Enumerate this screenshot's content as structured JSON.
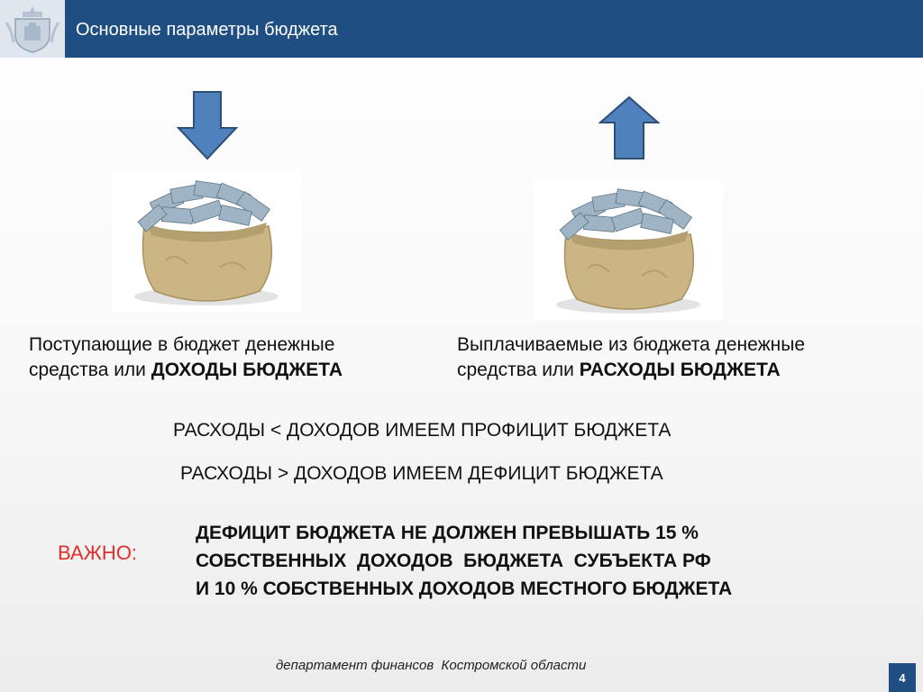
{
  "header": {
    "title": "Основные параметры бюджета"
  },
  "left": {
    "arrow": "arrow-down-icon",
    "caption_line1": "Поступающие в бюджет денежные",
    "caption_line2_prefix": "средства или ",
    "caption_line2_bold": "ДОХОДЫ БЮДЖЕТА"
  },
  "right": {
    "arrow": "arrow-up-icon",
    "caption_line1": "Выплачиваемые из бюджета денежные",
    "caption_line2_prefix": "средства или ",
    "caption_line2_bold": "РАСХОДЫ БЮДЖЕТА"
  },
  "rules": {
    "surplus": "РАСХОДЫ < ДОХОДОВ ИМЕЕМ ПРОФИЦИТ БЮДЖЕТА",
    "deficit": "РАСХОДЫ > ДОХОДОВ ИМЕЕМ ДЕФИЦИТ БЮДЖЕТА"
  },
  "important": {
    "label": "ВАЖНО:",
    "lines": [
      "ДЕФИЦИТ БЮДЖЕТА НЕ ДОЛЖЕН ПРЕВЫШАТЬ 15 %",
      "СОБСТВЕННЫХ  ДОХОДОВ  БЮДЖЕТА  СУБЪЕКТА РФ",
      "И 10 % СОБСТВЕННЫХ ДОХОДОВ МЕСТНОГО БЮДЖЕТА"
    ]
  },
  "footer": {
    "text": "департамент финансов  Костромской области",
    "page_number": "4"
  },
  "colors": {
    "header": "#1f4e82",
    "arrow_fill": "#4f81bd",
    "important_label": "#e0302b"
  }
}
